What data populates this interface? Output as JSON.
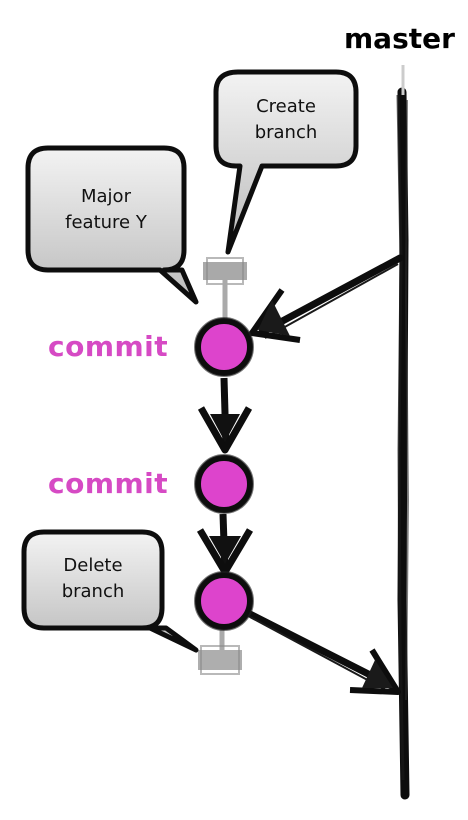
{
  "master_label": "master",
  "commit_labels": [
    "commit",
    "commit"
  ],
  "bubbles": {
    "create": {
      "line1": "Create",
      "line2": "branch"
    },
    "feature": {
      "line1": "Major",
      "line2": "feature Y"
    },
    "delete": {
      "line1": "Delete",
      "line2": "branch"
    }
  },
  "colors": {
    "commit_fill": "#dd44cc",
    "commit_label": "#d64ac4",
    "bubble_fill_top": "#f2f2f2",
    "bubble_fill_bottom": "#bdbdbd",
    "stroke": "#0d0d0d",
    "branch_stub": "#8c8c8c"
  }
}
